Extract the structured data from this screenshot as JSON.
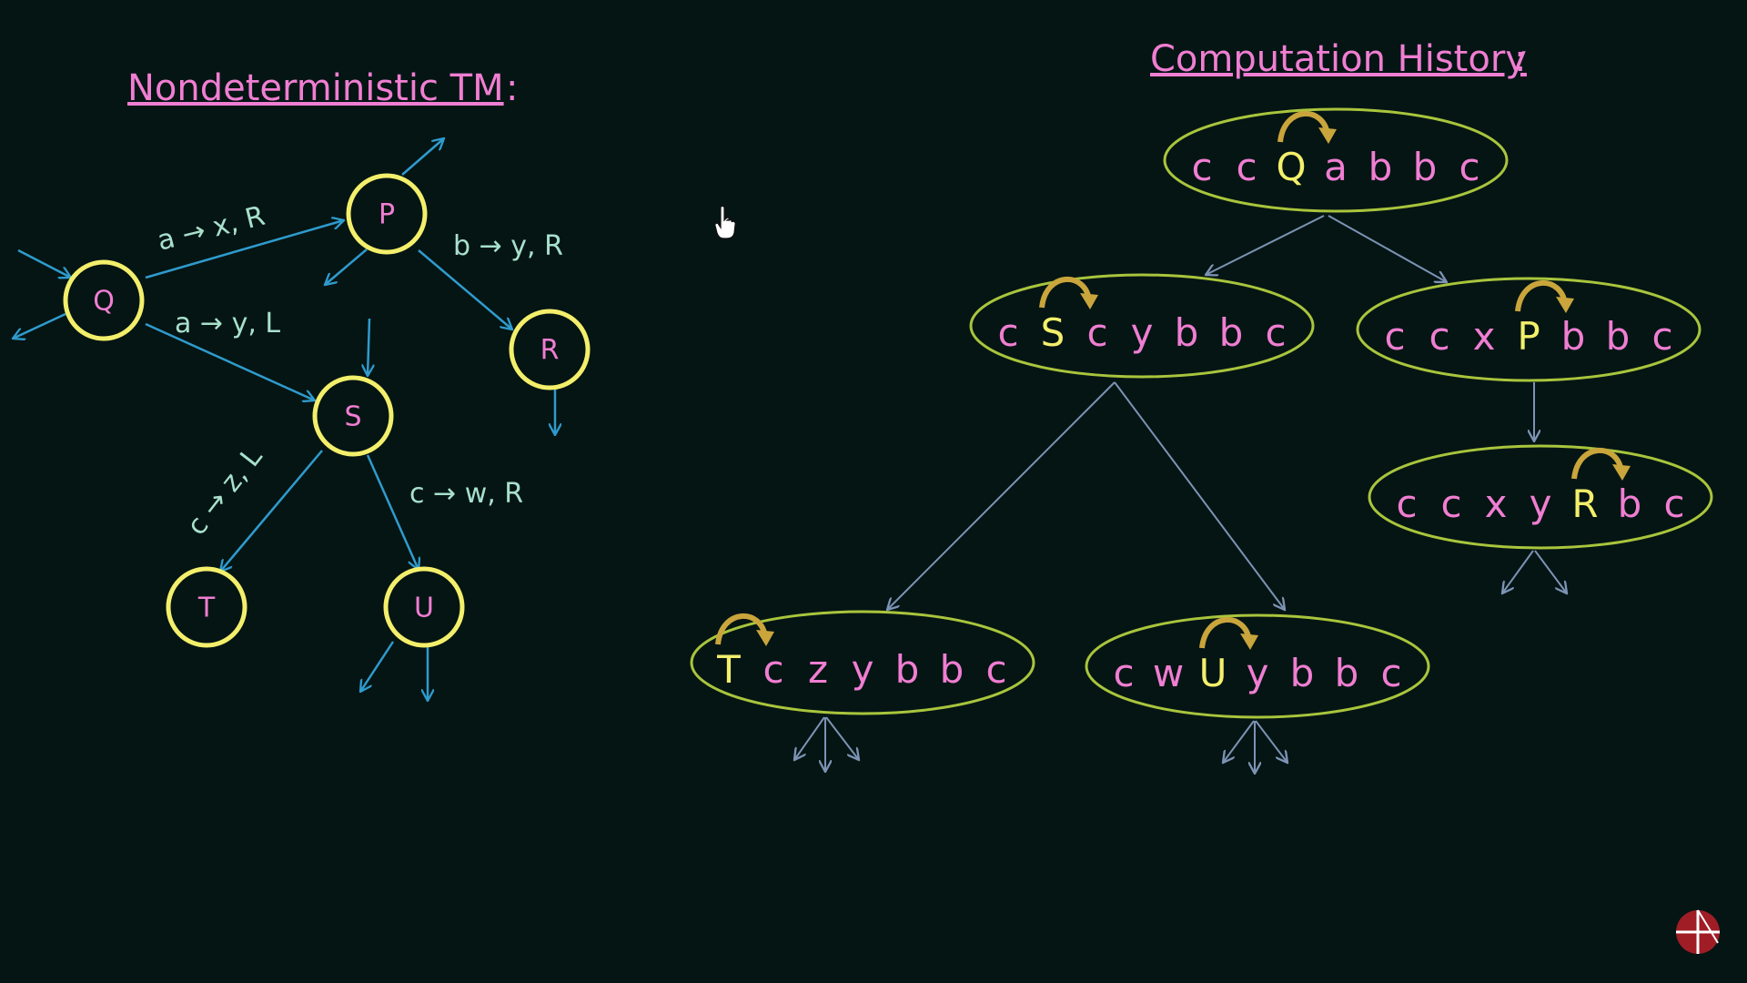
{
  "titles": {
    "left": "Nondeterministic TM",
    "left_colon": ":",
    "right": "Computation History",
    "right_colon": ":"
  },
  "states": [
    "Q",
    "P",
    "R",
    "S",
    "T",
    "U"
  ],
  "transitions": [
    {
      "from": "Q",
      "to": "P",
      "label": "a → x, R"
    },
    {
      "from": "Q",
      "to": "S",
      "label": "a → y, L"
    },
    {
      "from": "P",
      "to": "R",
      "label": "b → y, R"
    },
    {
      "from": "S",
      "to": "T",
      "label": "c → z, L"
    },
    {
      "from": "S",
      "to": "U",
      "label": "c → w, R"
    }
  ],
  "configurations": [
    {
      "tape": [
        "c",
        "c",
        "Q",
        "a",
        "b",
        "b",
        "c"
      ],
      "state": "Q"
    },
    {
      "tape": [
        "c",
        "S",
        "c",
        "y",
        "b",
        "b",
        "c"
      ],
      "state": "S"
    },
    {
      "tape": [
        "c",
        "c",
        "x",
        "P",
        "b",
        "b",
        "c"
      ],
      "state": "P"
    },
    {
      "tape": [
        "c",
        "c",
        "x",
        "y",
        "R",
        "b",
        "c"
      ],
      "state": "R"
    },
    {
      "tape": [
        "T",
        "c",
        "z",
        "y",
        "b",
        "b",
        "c"
      ],
      "state": "T"
    },
    {
      "tape": [
        "c",
        "w",
        "U",
        "y",
        "b",
        "b",
        "c"
      ],
      "state": "U"
    }
  ],
  "colors": {
    "background": "#051514",
    "state_ring": "#f3ef6b",
    "state_letter": "#f07ed2",
    "arrow": "#2f9bcd",
    "transition_label": "#a8e0cc",
    "title": "#f07ed2",
    "config_outline": "#a9c53c",
    "tape_symbol": "#f07ed2",
    "head_state": "#f3ef6b"
  },
  "cursor_icon": "hand-pointer-icon",
  "corner_logo": "logo-icon"
}
